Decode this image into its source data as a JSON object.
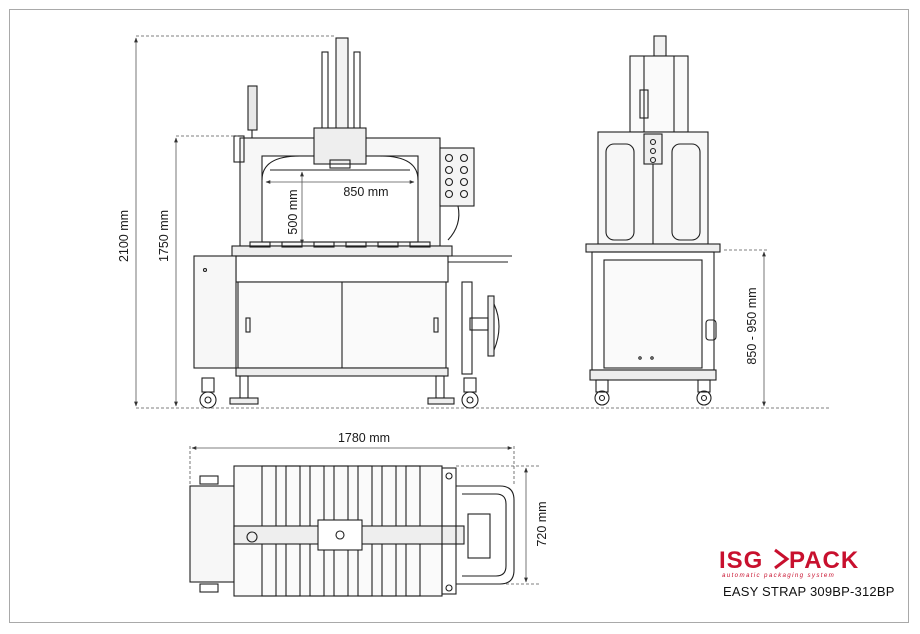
{
  "dimensions": {
    "total_height": "2100 mm",
    "frame_height": "1750 mm",
    "arch_width": "850 mm",
    "arch_height": "500 mm",
    "table_height": "850 - 950 mm",
    "length": "1780 mm",
    "width": "720 mm"
  },
  "brand": {
    "logo_left": "ISG",
    "logo_right": "PACK",
    "tagline": "automatic packaging system",
    "model": "EASY STRAP 309BP-312BP",
    "color": "#c8102e"
  },
  "colors": {
    "line": "#1f1f1f",
    "dimension_line": "#555555",
    "frame_border": "#a9a9a9"
  }
}
